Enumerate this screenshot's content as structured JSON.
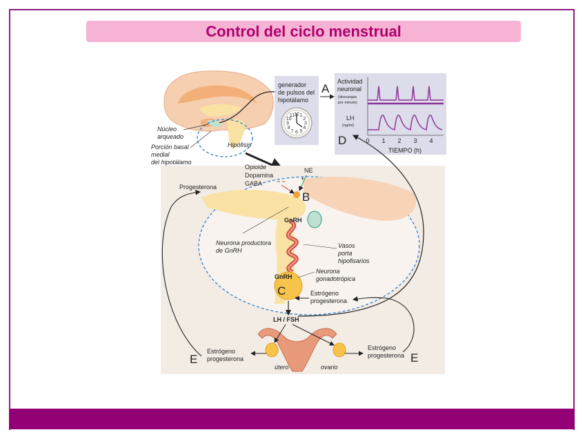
{
  "slide": {
    "title": "Control del ciclo menstrual",
    "accent_color": "#930075",
    "title_bg": "#f6b3d4"
  },
  "diagram": {
    "brain": {
      "nucleo": [
        "Núcleo",
        "arqueado"
      ],
      "porcion": [
        "Porción basal",
        "medial",
        "del hipotálamo"
      ],
      "hipofisis": "Hipófisis"
    },
    "panel_a": {
      "text": [
        "generador",
        "de pulsos del",
        "hipotálamo"
      ],
      "letter": "A",
      "clock_numbers": [
        "11",
        "12",
        "1",
        "2",
        "3",
        "4",
        "5",
        "6",
        "7",
        "8",
        "9",
        "10"
      ]
    },
    "panel_d": {
      "actividad": [
        "Actividad",
        "neuronal"
      ],
      "actividad_sub": [
        "(descargas",
        "por minuto)"
      ],
      "lh": "LH",
      "lh_unit": "(ng/ml)",
      "letter": "D",
      "ticks": [
        "0",
        "1",
        "2",
        "3",
        "4"
      ],
      "xlabel": "TIEMPO (h)"
    },
    "center": {
      "opioide": "Opioide",
      "dopamina": "Dopamina",
      "gaba": "GABA",
      "ne": "NE",
      "signs_minus": "− −",
      "signs_plus": "+",
      "letter_b": "B",
      "progesterona": "Progesterona",
      "gnrh_top": "GnRH",
      "neurona_prod": [
        "Neurona productora",
        "de GnRH"
      ],
      "vasos": [
        "Vasos",
        "porta",
        "hipofisarios"
      ],
      "neurona_gon": [
        "Neurona",
        "gonadotrópica"
      ],
      "gnrh_bottom": "GnRH",
      "letter_c": "C",
      "estrogeno_center": [
        "Estrógeno",
        "progesterona"
      ],
      "lhfsh": "LH / FSH"
    },
    "bottom": {
      "estrogeno_left": [
        "Estrógeno",
        "progesterona"
      ],
      "estrogeno_right": [
        "Estrógeno",
        "progesterona"
      ],
      "letter_e": "E",
      "utero": "útero",
      "ovario": "ovario"
    }
  }
}
